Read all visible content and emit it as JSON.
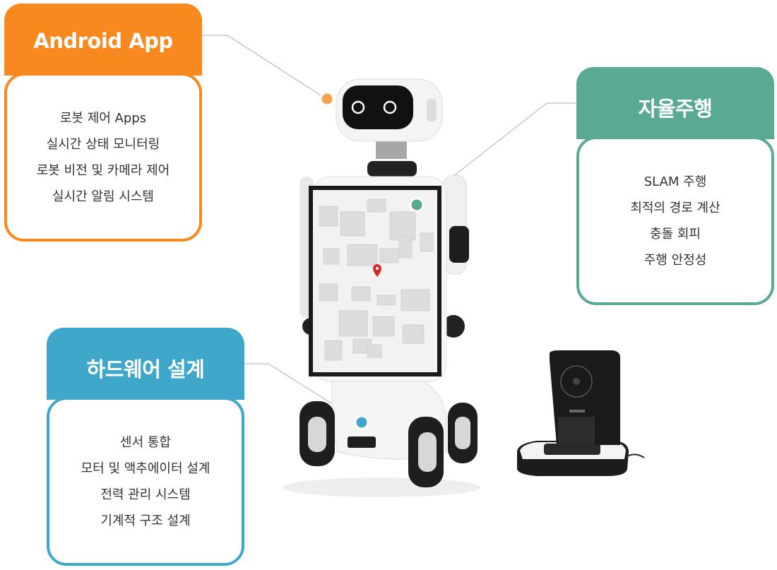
{
  "callouts": {
    "android": {
      "title": "Android App",
      "items": [
        "로봇 제어 Apps",
        "실시간 상태 모니터링",
        "로봇 비전 및 카메라 제어",
        "실시간 알림 시스템"
      ],
      "color": "#f7891f"
    },
    "autonomous": {
      "title": "자율주행",
      "items": [
        "SLAM 주행",
        "최적의 경로 계산",
        "충돌 회피",
        "주행 안정성"
      ],
      "color": "#5aa995"
    },
    "hardware": {
      "title": "하드웨어 설계",
      "items": [
        "센서 통합",
        "모터 및 액추에이터 설계",
        "전력 관리 시스템",
        "기계적 구조 설계"
      ],
      "color": "#3fa7c9"
    }
  },
  "icons": {
    "robot": "robot-illustration",
    "dock": "charging-dock-illustration",
    "pin": "location-pin-icon"
  }
}
